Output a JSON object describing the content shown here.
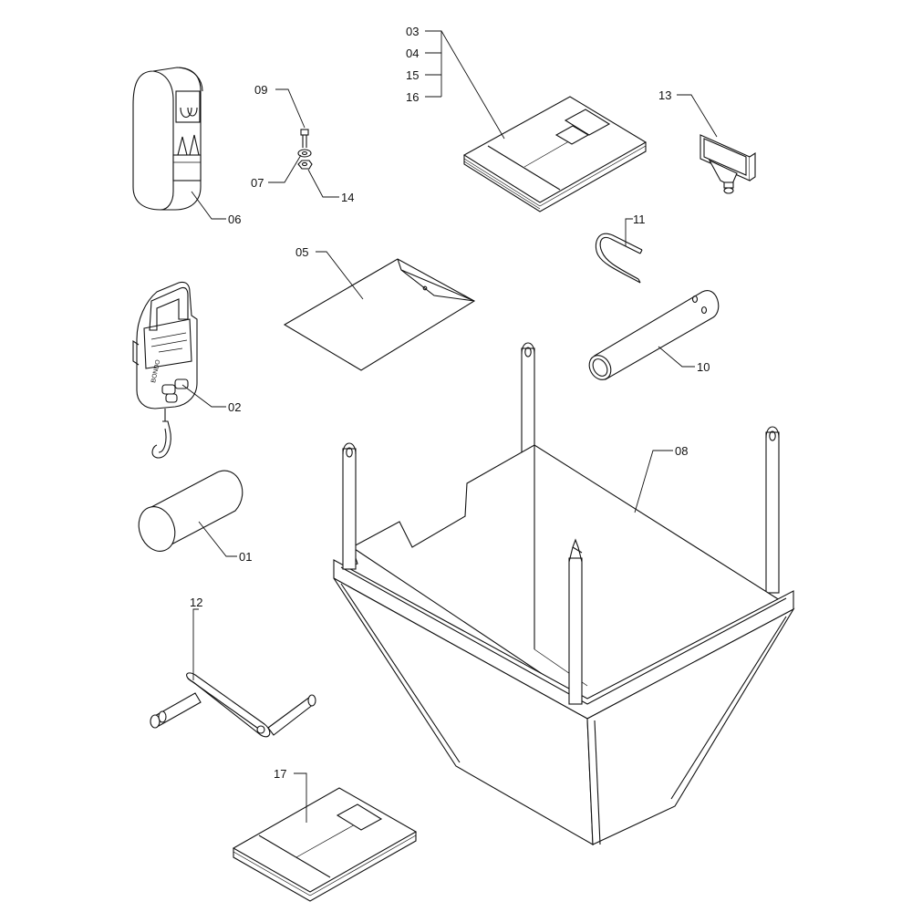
{
  "labels": {
    "p01": "01",
    "p02": "02",
    "p03": "03",
    "p04": "04",
    "p05": "05",
    "p06": "06",
    "p07": "07",
    "p08": "08",
    "p09": "09",
    "p10": "10",
    "p11": "11",
    "p12": "12",
    "p13": "13",
    "p14": "14",
    "p15": "15",
    "p16": "16",
    "p17": "17"
  },
  "scale_brand": "BONDO",
  "colors": {
    "line": "#111111",
    "background": "#ffffff"
  }
}
